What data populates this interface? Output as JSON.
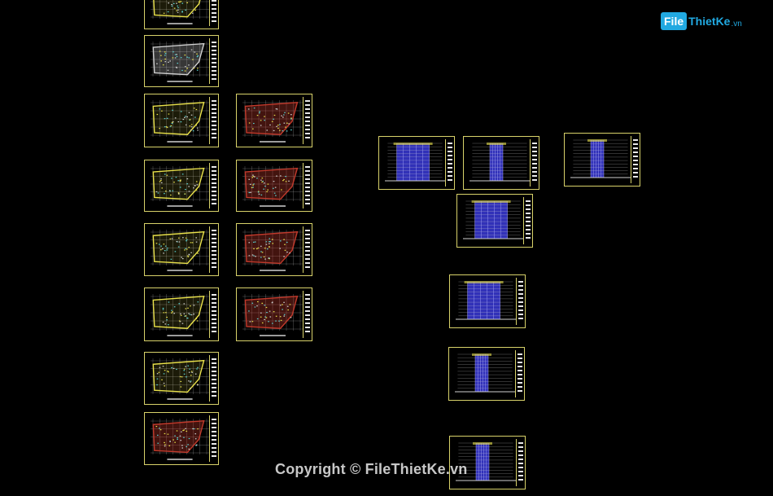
{
  "logo": {
    "badge": "File",
    "text": "ThietKe",
    "domain": ".vn"
  },
  "watermark": "Copyright © FileThietKe.vn",
  "colors": {
    "background": "#000000",
    "frame": "#d8d26a",
    "plan_line": "#cfcfcf",
    "plan_accent_yellow": "#e8e04a",
    "plan_accent_red": "#c0392b",
    "elevation_blue": "#3a3ad8",
    "logo": "#21a9e1"
  },
  "sheets": [
    {
      "id": "plan-1",
      "kind": "plan",
      "accent": "yellow"
    },
    {
      "id": "plan-2",
      "kind": "plan",
      "accent": "white"
    },
    {
      "id": "plan-3",
      "kind": "plan",
      "accent": "yellow"
    },
    {
      "id": "plan-4",
      "kind": "plan",
      "accent": "yellow"
    },
    {
      "id": "plan-5",
      "kind": "plan",
      "accent": "yellow"
    },
    {
      "id": "plan-6",
      "kind": "plan",
      "accent": "yellow"
    },
    {
      "id": "plan-7",
      "kind": "plan",
      "accent": "mixed"
    },
    {
      "id": "plan-8",
      "kind": "plan",
      "accent": "red"
    },
    {
      "id": "plan-9",
      "kind": "plan",
      "accent": "red"
    },
    {
      "id": "plan-10",
      "kind": "plan",
      "accent": "red"
    },
    {
      "id": "plan-11",
      "kind": "plan",
      "accent": "red"
    },
    {
      "id": "plan-12",
      "kind": "plan",
      "accent": "red"
    },
    {
      "id": "elev-1",
      "kind": "elevation"
    },
    {
      "id": "elev-2",
      "kind": "section"
    },
    {
      "id": "elev-3",
      "kind": "section"
    },
    {
      "id": "elev-4",
      "kind": "elevation"
    },
    {
      "id": "elev-5",
      "kind": "elevation"
    },
    {
      "id": "elev-6",
      "kind": "section"
    },
    {
      "id": "elev-7",
      "kind": "section"
    }
  ]
}
